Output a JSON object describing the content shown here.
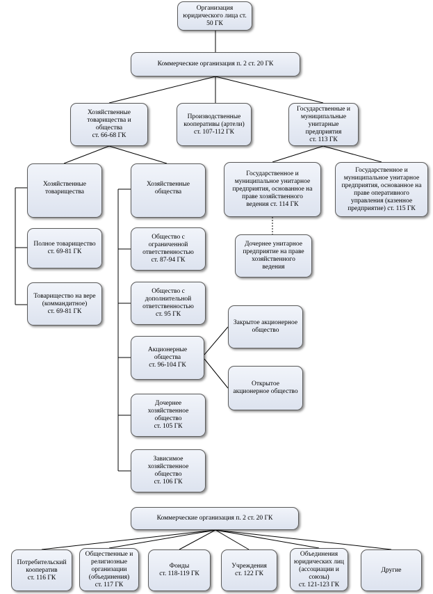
{
  "nodes": {
    "root": "Организация\nюридического лица ст.\n50 ГК",
    "commercial_top": "Коммерческие организация п. 2 ст. 20 ГК",
    "econ_partnerships_and_companies": "Хозяйственные\nтоварищества и\nобщества\nст. 66-68 ГК",
    "production_coops": "Производственные\nкооперативы (артели)\nст. 107-112 ГК",
    "state_municipal_enterprises": "Государственные и\nмуниципальные\nунитарные\nпредприятия\nст. 113 ГК",
    "econ_partnerships": "Хозяйственные\nтоварищества",
    "econ_companies": "Хозяйственные\nобщества",
    "full_partnership": "Полное товарищество\nст. 69-81 ГК",
    "limited_partnership": "Товарищество на вере\n(коммандитное)\nст. 69-81 ГК",
    "llc": "Общество с\nограниченной\nответственностью\nст. 87-94 ГК",
    "alc": "Общество с\nдополнительной\nответственностью\nст. 95 ГК",
    "joint_stock": "Акционерные\nобщества\nст. 96-104 ГК",
    "subsidiary": "Дочернее\nхозяйственное\nобщество\nст. 105 ГК",
    "dependent": "Зависимое\nхозяйственное\nобщество\nст. 106 ГК",
    "closed_jsc": "Закрытое акционерное\nобщество",
    "open_jsc": "Открытое\nакционерное общество",
    "state_economic_mgmt": "Государственное и\nмуниципальное унитарное\nпредприятия, основанное на\nправе хозяйственного\nведения ст. 114 ГК",
    "state_operational_mgmt": "Государственное и\nмуниципальное унитарное\nпредприятия, основанное на\nправе оперативного\nуправления (казенное\nпредприятие) ст. 115 ГК",
    "subsidiary_unitary": "Дочернее унитарное\nпредприятие на праве\nхозяйственного\nведения",
    "commercial_bottom": "Коммерческие организация п. 2 ст. 20 ГК",
    "consumer_coop": "Потребительский\nкооператив\nст. 116 ГК",
    "public_religious": "Общественные и\nрелигиозные\nорганизации\n(объединения)\nст. 117 ГК",
    "funds": "Фонды\nст. 118-119 ГК",
    "institutions": "Учреждения\nст. 122 ГК",
    "associations": "Объединения\nюридических лиц\n(ассоциации и\nсоюзы)\nст. 121-123 ГК",
    "others": "Другие"
  },
  "colors": {
    "box_fill_top": "#f1f4fa",
    "box_fill_bottom": "#dde3ef",
    "box_border": "#5a5a5a",
    "line": "#000000"
  }
}
